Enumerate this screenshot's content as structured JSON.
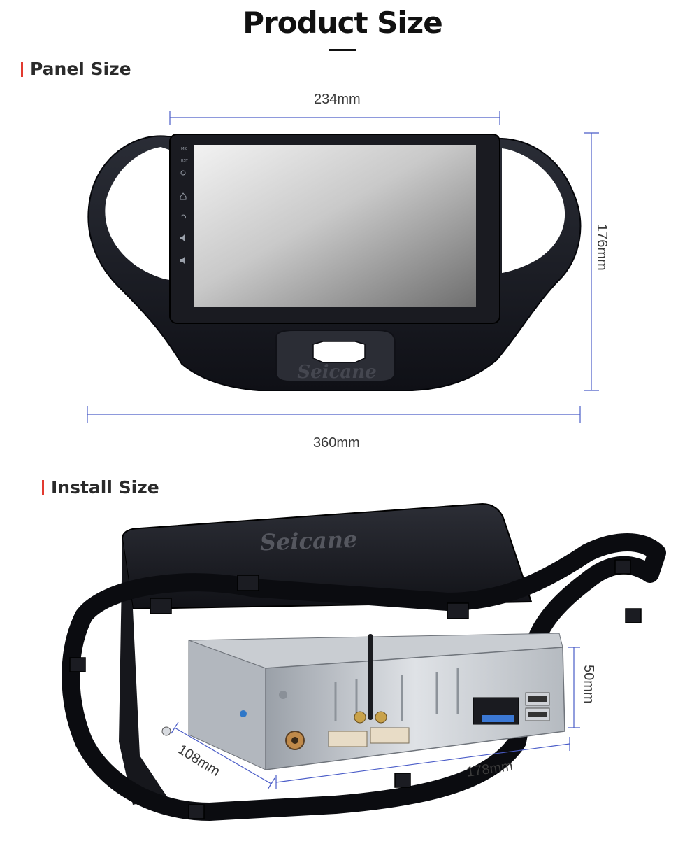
{
  "page": {
    "title": "Product Size"
  },
  "sections": {
    "panel": {
      "heading": "Panel Size",
      "width_label": "234mm",
      "height_label": "176mm",
      "total_width_label": "360mm",
      "brand_watermark": "Seicane",
      "side_buttons": [
        "MIC",
        "RST"
      ]
    },
    "install": {
      "heading": "Install Size",
      "height_label": "50mm",
      "depth_label": "108mm",
      "width_label": "178mm",
      "brand_watermark": "Seicane"
    }
  },
  "colors": {
    "accent": "#e23a30",
    "dimension_line": "#4a5cc8",
    "title": "#111111"
  }
}
